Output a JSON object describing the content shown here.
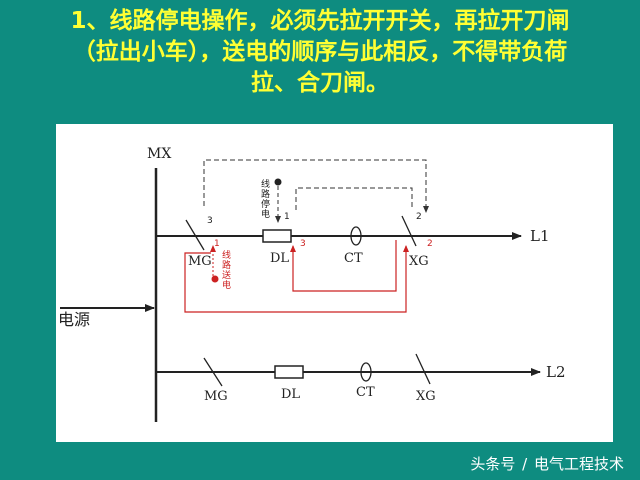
{
  "title": {
    "line1": "1、线路停电操作，必须先拉开开关，再拉开刀闸",
    "line2": "（拉出小车），送电的顺序与此相反，不得带负荷",
    "line3": "拉、合刀闸。"
  },
  "diagram": {
    "bus_label": "MX",
    "source_label": "电源",
    "line1": {
      "label": "L1",
      "mg_label": "MG",
      "dl_label": "DL",
      "ct_label": "CT",
      "xg_label": "XG"
    },
    "line2": {
      "label": "L2",
      "mg_label": "MG",
      "dl_label": "DL",
      "ct_label": "CT",
      "xg_label": "XG"
    },
    "outage": {
      "label_chars": [
        "线",
        "路",
        "停",
        "电"
      ],
      "step_numbers": [
        "1",
        "2",
        "3"
      ]
    },
    "restore": {
      "label_chars": [
        "线",
        "路",
        "送",
        "电"
      ],
      "step_numbers": [
        "1",
        "2",
        "3"
      ]
    },
    "colors": {
      "background": "#0e8c80",
      "title": "#ffff33",
      "restore_path": "#cc2222",
      "outage_path": "#333333"
    }
  },
  "watermark": {
    "source": "头条号",
    "separator": "/",
    "author": "电气工程技术"
  }
}
